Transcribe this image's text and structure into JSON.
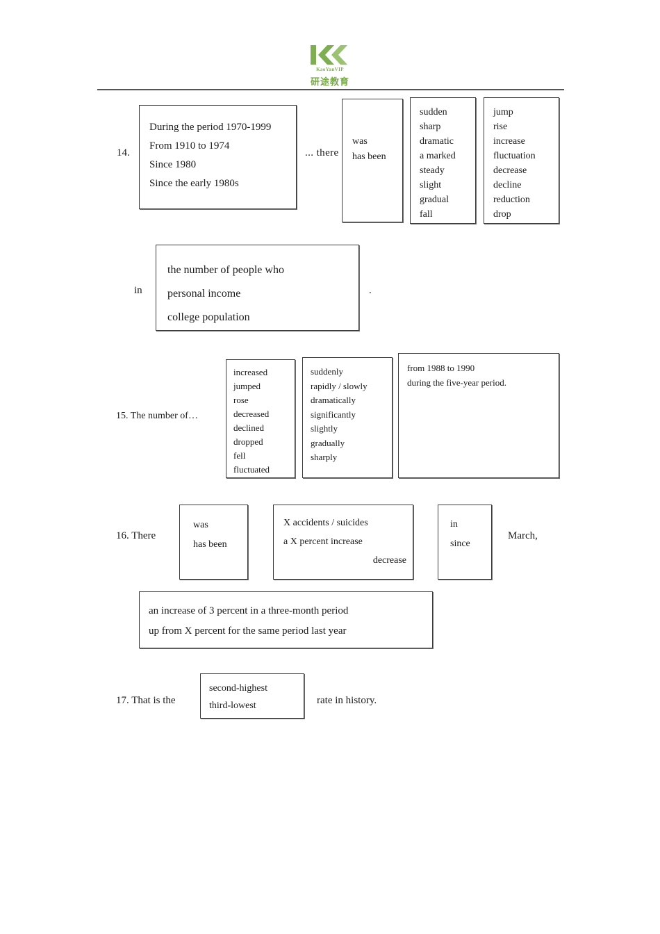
{
  "logo": {
    "latin": "KaoYanVIP",
    "chinese": "研途教育",
    "color": "#7fae52"
  },
  "items": [
    {
      "number": "14.",
      "connector": "... there",
      "boxes": {
        "time_expressions": [
          "During the period 1970-1999",
          "From 1910 to 1974",
          "Since 1980",
          "Since the early 1980s"
        ],
        "verbs": [
          "was",
          "has been"
        ],
        "adjectives": [
          "sudden",
          "sharp",
          "dramatic",
          "a marked",
          "steady",
          "slight",
          "gradual",
          "fall"
        ],
        "nouns": [
          "jump",
          "rise",
          "increase",
          "fluctuation",
          "decrease",
          "decline",
          "reduction",
          "drop"
        ]
      }
    }
  ],
  "in_row": {
    "preposition": "in",
    "subjects": [
      "the number of people who",
      "personal income",
      "college population"
    ],
    "period": "."
  },
  "item15": {
    "label": "15. The number of…",
    "verbs": [
      "increased",
      "jumped",
      "rose",
      "decreased",
      "declined",
      "dropped",
      "fell",
      "fluctuated"
    ],
    "adverbs": [
      "suddenly",
      "rapidly / slowly",
      "dramatically",
      "significantly",
      "slightly",
      "gradually",
      "sharply"
    ],
    "time_phrases": [
      "from 1988 to 1990",
      "during the five-year period."
    ]
  },
  "item16": {
    "label": "16. There",
    "verbs": [
      "was",
      "has been"
    ],
    "subjects": [
      "X accidents / suicides",
      "a X percent increase"
    ],
    "subject_indented": "decrease",
    "prepositions": [
      "in",
      "since"
    ],
    "trailing": "March,",
    "details": [
      "an increase of 3 percent in a three-month period",
      "up from X percent for the same period last year"
    ]
  },
  "item17": {
    "label": "17. That is the",
    "options": [
      "second-highest",
      "third-lowest"
    ],
    "tail": "rate in history."
  }
}
